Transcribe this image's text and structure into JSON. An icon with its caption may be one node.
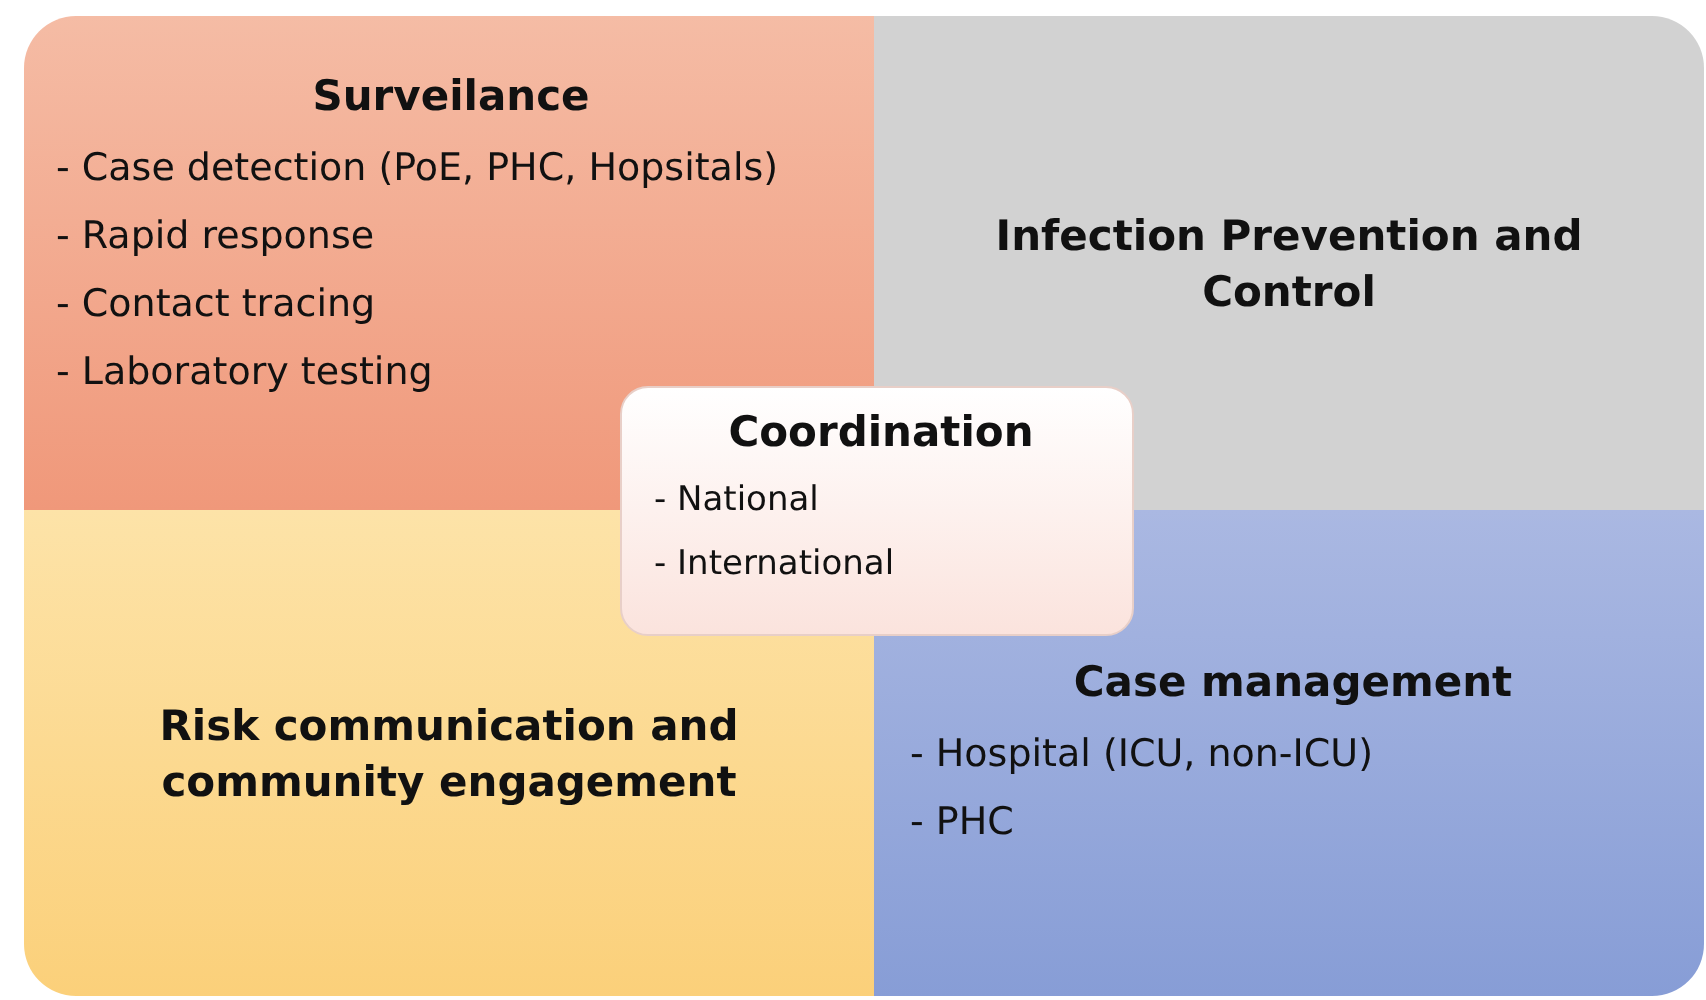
{
  "diagram": {
    "nodes": [
      {
        "text": [
          "Surveilance",
          "- Case detection (PoE, PHC, Hopsitals)",
          "- Rapid response",
          "- Contact tracing",
          "- Laboratory testing"
        ]
      },
      {
        "text": [
          "Infection Prevention and Control"
        ]
      },
      {
        "text": [
          "Risk communication and community engagement"
        ]
      },
      {
        "text": [
          "Case management",
          "- Hospital (ICU, non-ICU)",
          "- PHC"
        ]
      },
      {
        "text": [
          "Coordination",
          "- National",
          "- International"
        ]
      }
    ]
  }
}
